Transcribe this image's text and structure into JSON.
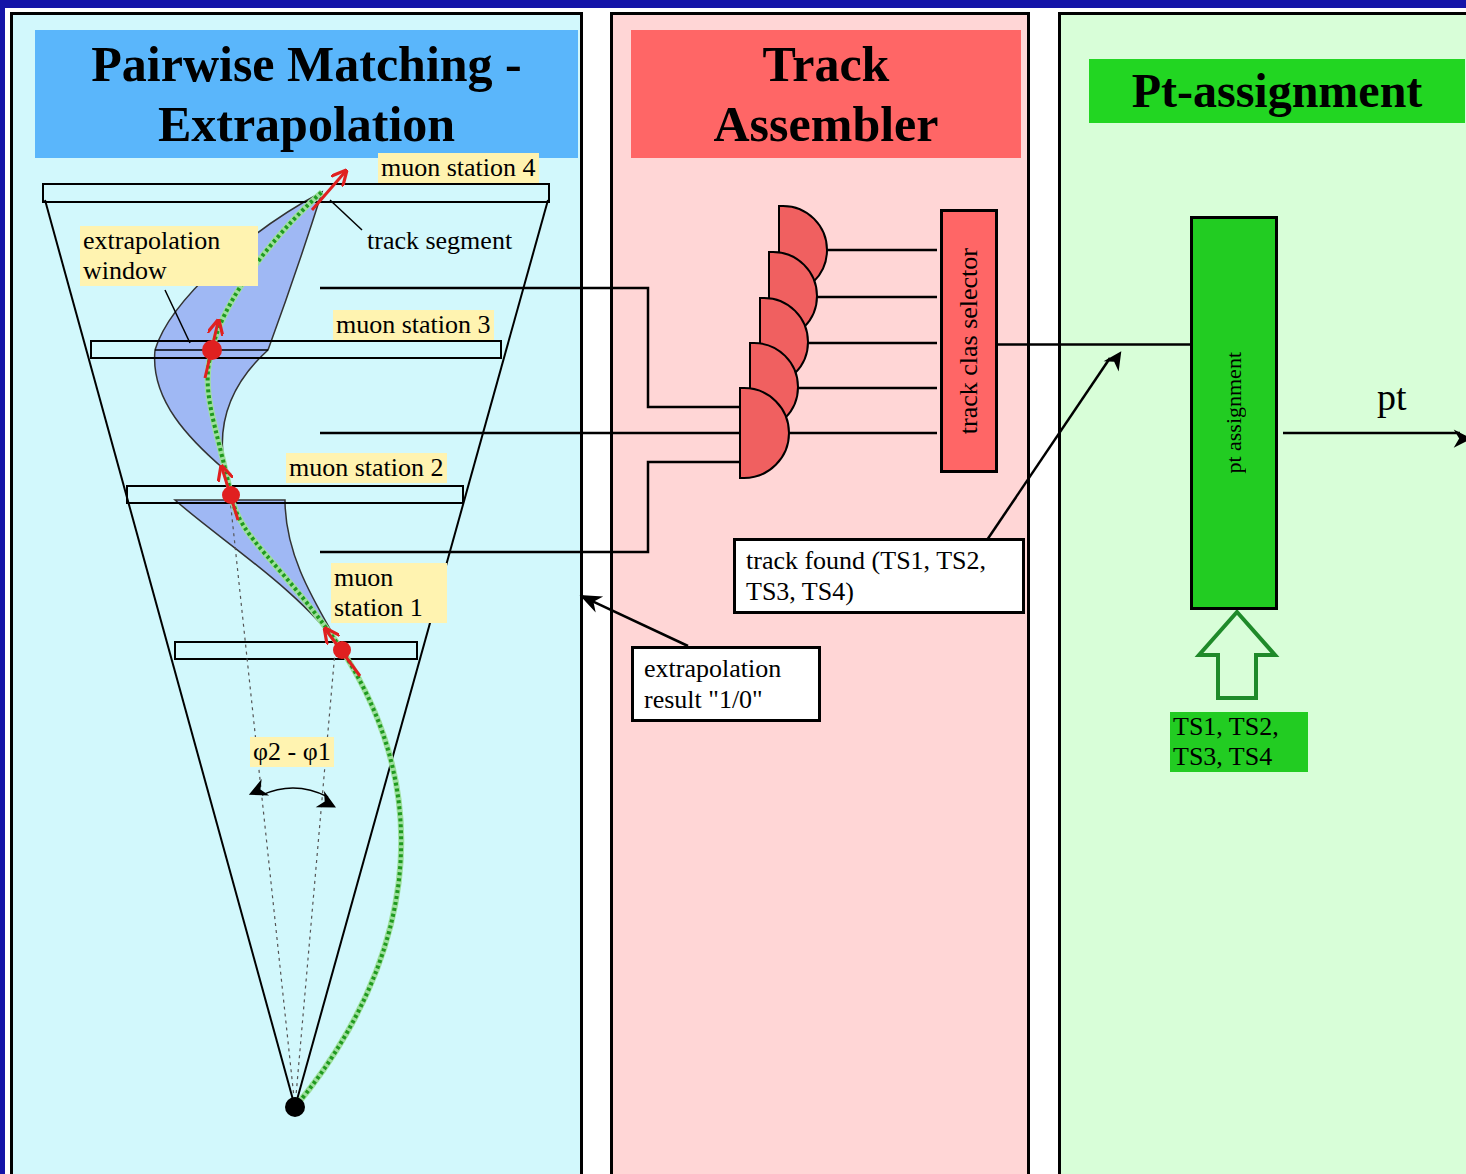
{
  "diagram": {
    "nodes": [
      {
        "text": [
          "Pairwise Matching - Extrapolation"
        ]
      },
      {
        "text": [
          "Track Assembler"
        ]
      },
      {
        "text": [
          "Pt-assignment"
        ]
      },
      {
        "text": [
          "track clas selector"
        ],
        "in": 1
      },
      {
        "text": [
          "pt assignment"
        ],
        "in": 2
      },
      {
        "text": [
          "track found (TS1, TS2, TS3, TS4)"
        ],
        "in": 1
      },
      {
        "text": [
          "extrapolation result \"1/0\""
        ],
        "in": 1
      }
    ],
    "edges": [
      {
        "from": 3,
        "to": 4,
        "arrow": "none"
      },
      {
        "from": 6,
        "to": 0,
        "arrow": "to"
      }
    ],
    "labels": [
      "muon station 4",
      "extrapolation window",
      "track segment",
      "muon station 3",
      "muon station 2",
      "muon station 1",
      "φ2 - φ1",
      "pt",
      "TS1, TS2, TS3, TS4"
    ]
  }
}
